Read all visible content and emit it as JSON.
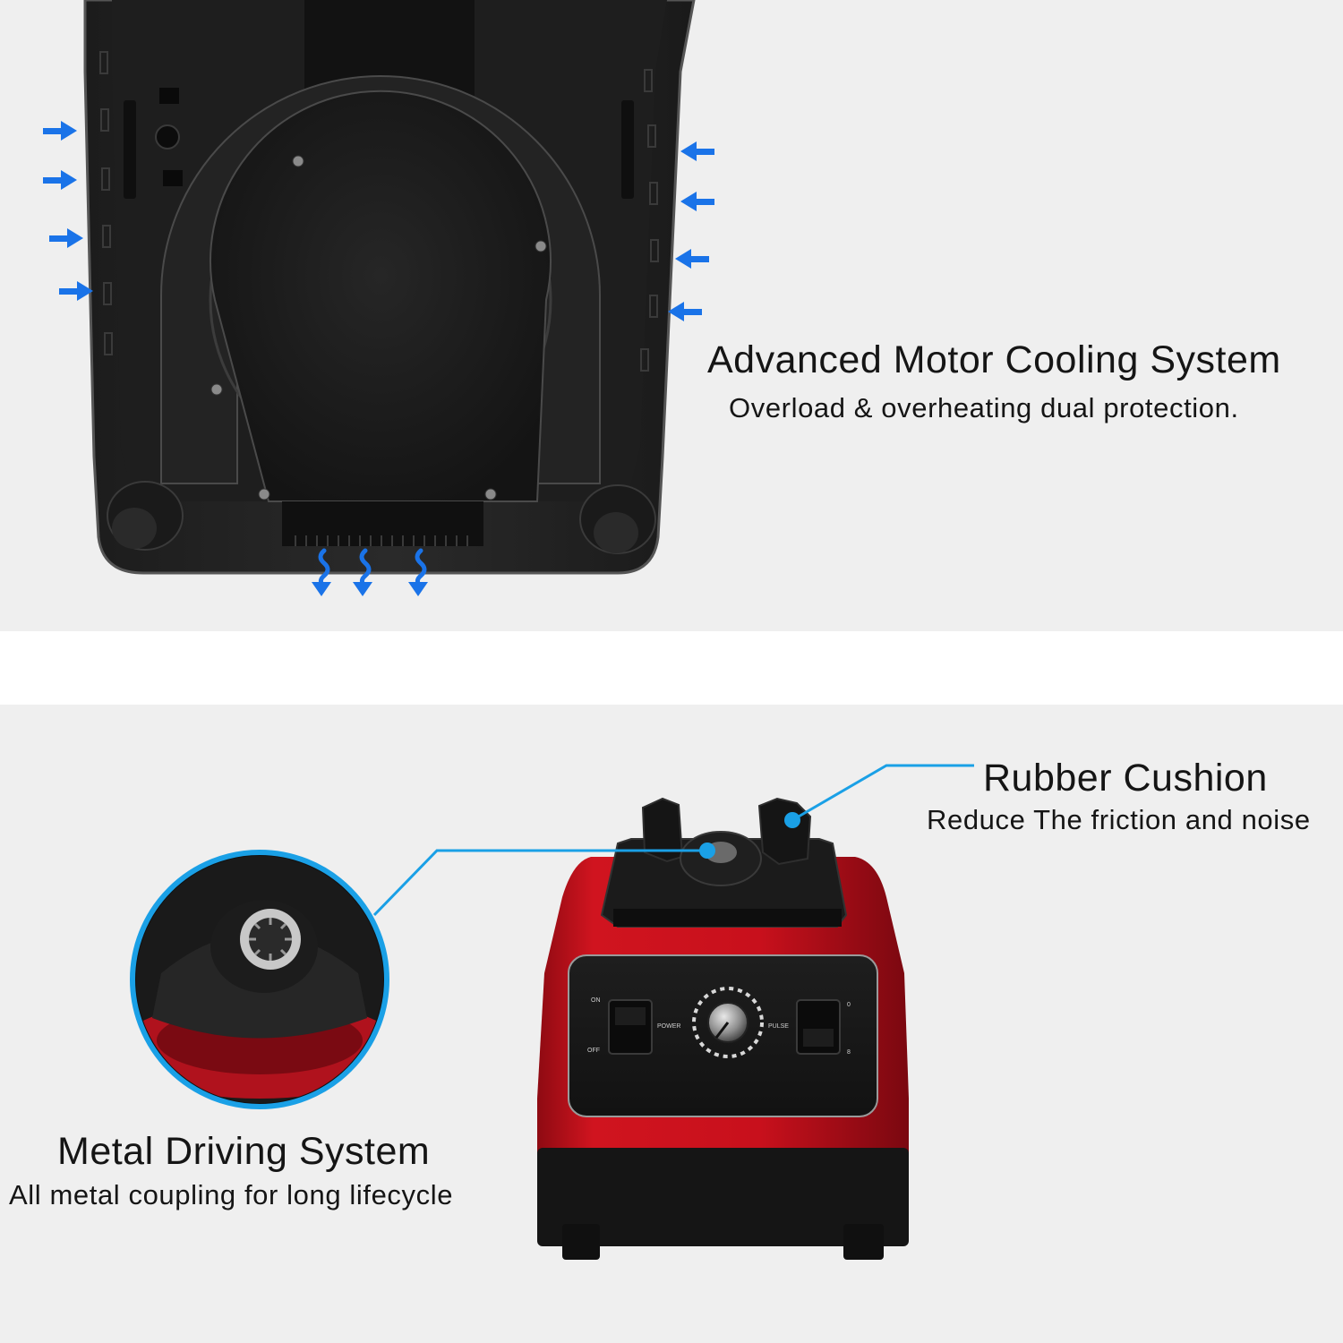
{
  "features": {
    "cooling": {
      "title": "Advanced Motor Cooling System",
      "subtitle": "Overload & overheating dual protection."
    },
    "cushion": {
      "title": "Rubber Cushion",
      "subtitle": "Reduce The friction and noise"
    },
    "driving": {
      "title": "Metal Driving System",
      "subtitle": "All metal coupling for long lifecycle"
    }
  },
  "blender_panel": {
    "on_label": "ON",
    "off_label": "OFF",
    "power_label": "POWER",
    "pulse_label": "PULSE",
    "speed_high_label": "0",
    "speed_low_label": "8"
  },
  "colors": {
    "accent_blue": "#1a73e8",
    "callout_blue": "#1aa0e6",
    "blender_red": "#c8101c"
  }
}
